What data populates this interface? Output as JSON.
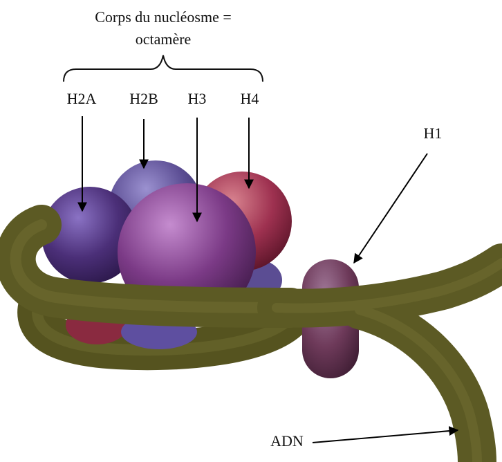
{
  "title_line1": "Corps du nucléosme =",
  "title_line2": "octamère",
  "labels": {
    "h2a": "H2A",
    "h2b": "H2B",
    "h3": "H3",
    "h4": "H4",
    "h1": "H1",
    "adn": "ADN"
  },
  "colors": {
    "dna": "#5c5a24",
    "h2a": "#4b2f78",
    "h2b": "#5b4d93",
    "h3": "#7b3a86",
    "h4": "#9e3150",
    "h1": "#6e3a5a"
  }
}
